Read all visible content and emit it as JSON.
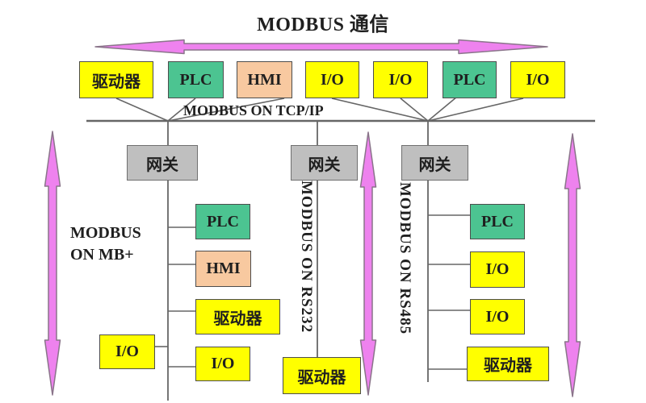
{
  "title": "MODBUS 通信",
  "bus": {
    "label": "MODBUS ON TCP/IP"
  },
  "top_row": [
    {
      "label": "驱动器",
      "type": "drive"
    },
    {
      "label": "PLC",
      "type": "plc"
    },
    {
      "label": "HMI",
      "type": "hmi"
    },
    {
      "label": "I/O",
      "type": "io"
    },
    {
      "label": "I/O",
      "type": "io"
    },
    {
      "label": "PLC",
      "type": "plc"
    },
    {
      "label": "I/O",
      "type": "io"
    }
  ],
  "gateways": [
    {
      "label": "网关"
    },
    {
      "label": "网关"
    },
    {
      "label": "网关"
    }
  ],
  "branches": {
    "left": {
      "label": "MODBUS ON MB+",
      "label_line1": "MODBUS",
      "label_line2": "ON MB+",
      "devices": [
        {
          "label": "PLC",
          "type": "plc"
        },
        {
          "label": "HMI",
          "type": "hmi"
        },
        {
          "label": "驱动器",
          "type": "drive"
        },
        {
          "label": "I/O",
          "type": "io"
        }
      ],
      "side_device": {
        "label": "I/O",
        "type": "io"
      }
    },
    "middle": {
      "label": "MODBUS ON RS232",
      "devices": [
        {
          "label": "驱动器",
          "type": "drive"
        }
      ]
    },
    "right": {
      "label": "MODBUS ON RS485",
      "devices": [
        {
          "label": "PLC",
          "type": "plc"
        },
        {
          "label": "I/O",
          "type": "io"
        },
        {
          "label": "I/O",
          "type": "io"
        },
        {
          "label": "驱动器",
          "type": "drive"
        }
      ]
    }
  },
  "colors": {
    "yellow": "#ffff00",
    "green": "#4cc491",
    "peach": "#f8c9a0",
    "gray": "#bfbfbf",
    "gw-border": "#707070",
    "pink": "#ee82ee",
    "pink-line": "#8a748a",
    "line": "#666666",
    "box-border": "#4d4d4d",
    "ink": "#1f1f1f"
  }
}
